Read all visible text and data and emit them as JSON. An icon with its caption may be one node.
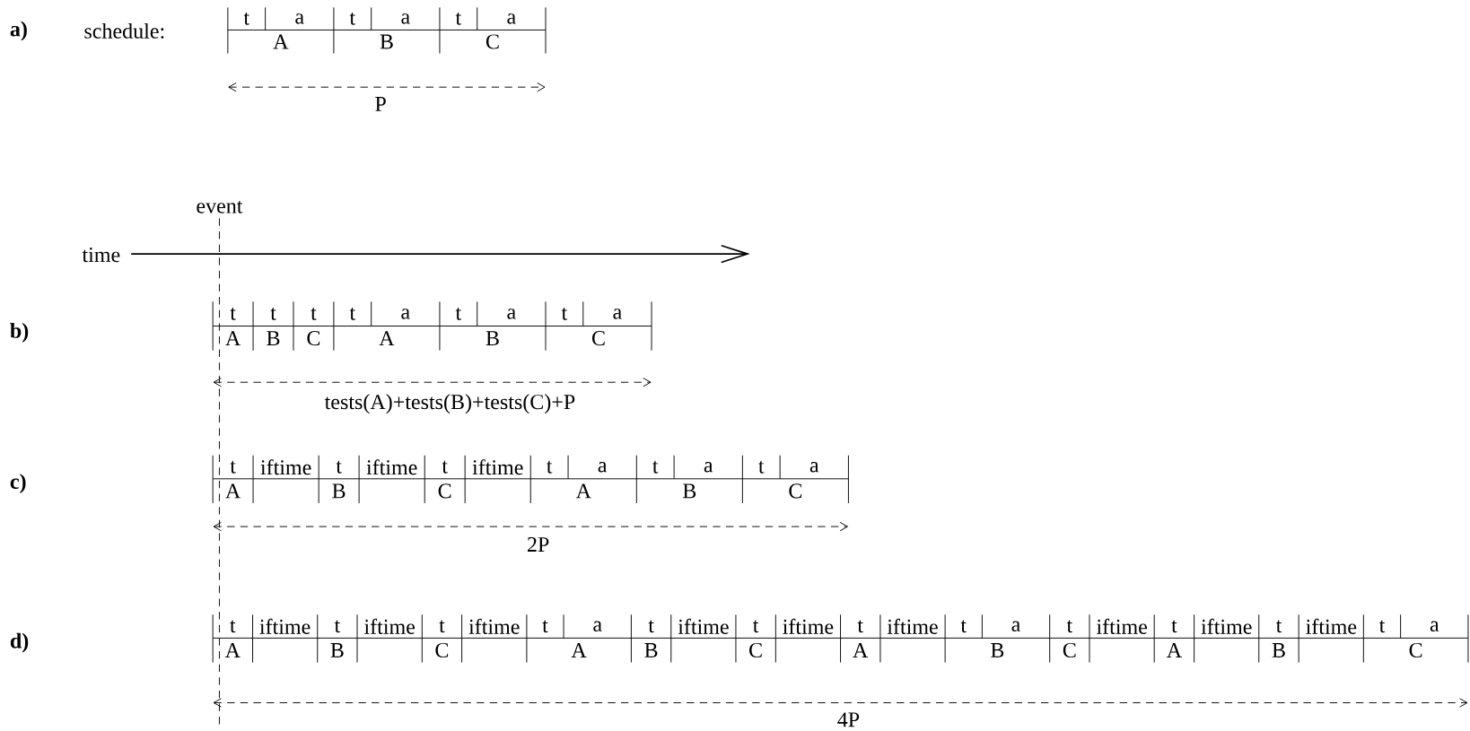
{
  "diagram": {
    "labels": [
      "a)",
      "schedule:",
      "t",
      "a",
      "t",
      "a",
      "t",
      "a",
      "A",
      "B",
      "C",
      "P",
      "event",
      "time",
      "b)",
      "t",
      "t",
      "t",
      "t",
      "a",
      "t",
      "a",
      "t",
      "a",
      "A",
      "B",
      "C",
      "A",
      "B",
      "C",
      "tests(A)+tests(B)+tests(C)+P",
      "c)",
      "t",
      "iftime",
      "t",
      "iftime",
      "t",
      "iftime",
      "t",
      "a",
      "t",
      "a",
      "t",
      "a",
      "A",
      "B",
      "C",
      "A",
      "B",
      "C",
      "2P",
      "d)",
      "t",
      "iftime",
      "t",
      "iftime",
      "t",
      "iftime",
      "t",
      "a",
      "t",
      "iftime",
      "t",
      "iftime",
      "t",
      "iftime",
      "t",
      "a",
      "t",
      "iftime",
      "t",
      "iftime",
      "t",
      "iftime",
      "t",
      "a",
      "A",
      "B",
      "C",
      "A",
      "B",
      "C",
      "A",
      "B",
      "C",
      "A",
      "B",
      "C",
      "4P"
    ]
  }
}
